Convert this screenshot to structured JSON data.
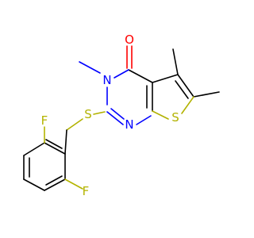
{
  "atoms": {
    "oxygen": {
      "label": "O",
      "color": "#ff0000"
    },
    "n_methyl": {
      "label": "N",
      "color": "#0000ff"
    },
    "n_ring": {
      "label": "N",
      "color": "#0000ff"
    },
    "s_thio": {
      "label": "S",
      "color": "#b2b200"
    },
    "s_thiophene": {
      "label": "S",
      "color": "#b2b200"
    },
    "f_top": {
      "label": "F",
      "color": "#b4b400"
    },
    "f_bottom": {
      "label": "F",
      "color": "#b4b400"
    }
  }
}
